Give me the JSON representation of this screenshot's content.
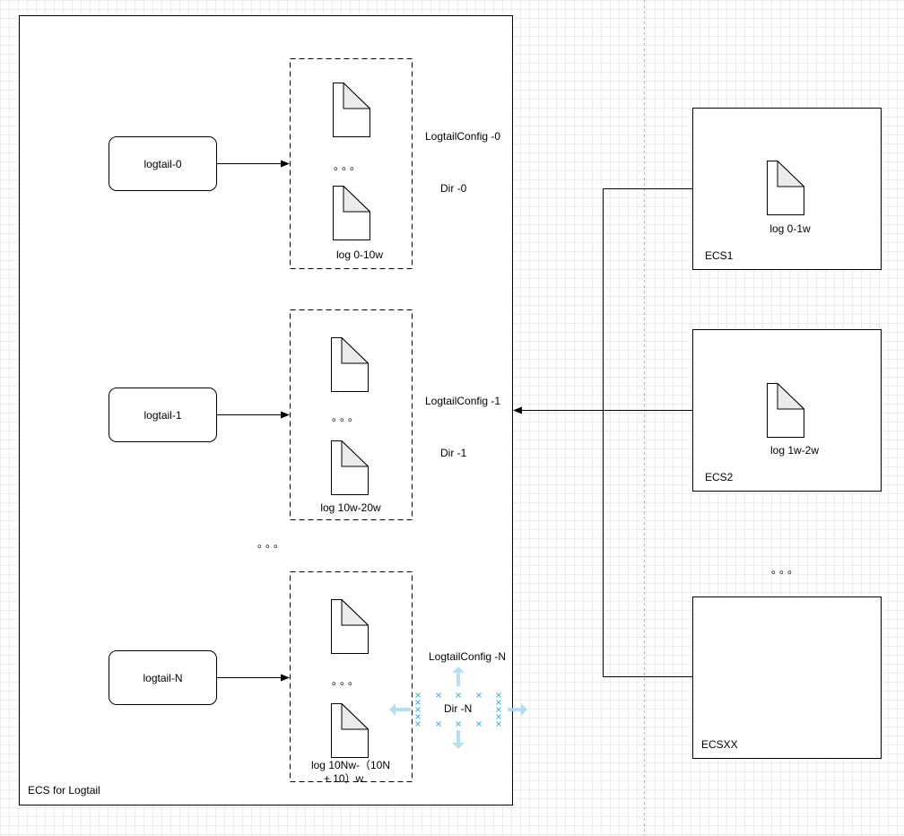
{
  "left_container": {
    "label": "ECS for Logtail"
  },
  "groups": [
    {
      "agent": "logtail-0",
      "config": "LogtailConfig -0",
      "dir": "Dir -0",
      "log": "log 0-10w"
    },
    {
      "agent": "logtail-1",
      "config": "LogtailConfig -1",
      "dir": "Dir -1",
      "log": "log 10w-20w"
    },
    {
      "agent": "logtail-N",
      "config": "LogtailConfig -N",
      "dir": "Dir -N",
      "log_line1": "log 10Nw-（10N",
      "log_line2": "+ 10）w"
    }
  ],
  "ellipsis": "。。。",
  "ecs_hosts": [
    {
      "label": "ECS1",
      "log": "log 0-1w"
    },
    {
      "label": "ECS2",
      "log": "log 1w-2w"
    },
    {
      "label": "ECSXX"
    }
  ],
  "colors": {
    "selection_handles": "#29a3e0"
  }
}
